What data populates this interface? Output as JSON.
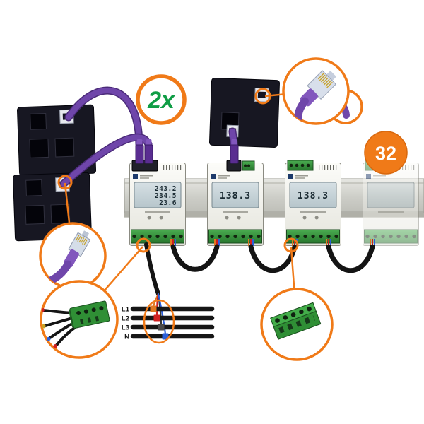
{
  "badges": {
    "multiplier": "2x",
    "count": "32"
  },
  "meters": {
    "meter1": {
      "line1": "243.2",
      "line2": "234.5",
      "line3": "23.6"
    },
    "meter2": {
      "value": "138.3"
    },
    "meter3": {
      "value": "138.3"
    },
    "meter4": {
      "value": ""
    }
  },
  "wiring": {
    "l1": "L1",
    "l2": "L2",
    "l3": "L3",
    "n": "N"
  },
  "colors": {
    "accent_orange": "#f07a18",
    "badge_green": "#0f9d45",
    "cable_purple": "#6f46aa",
    "terminal_green": "#2f8f35",
    "panel_dark": "#171722",
    "lcd_blue": "#c3d0d6"
  }
}
